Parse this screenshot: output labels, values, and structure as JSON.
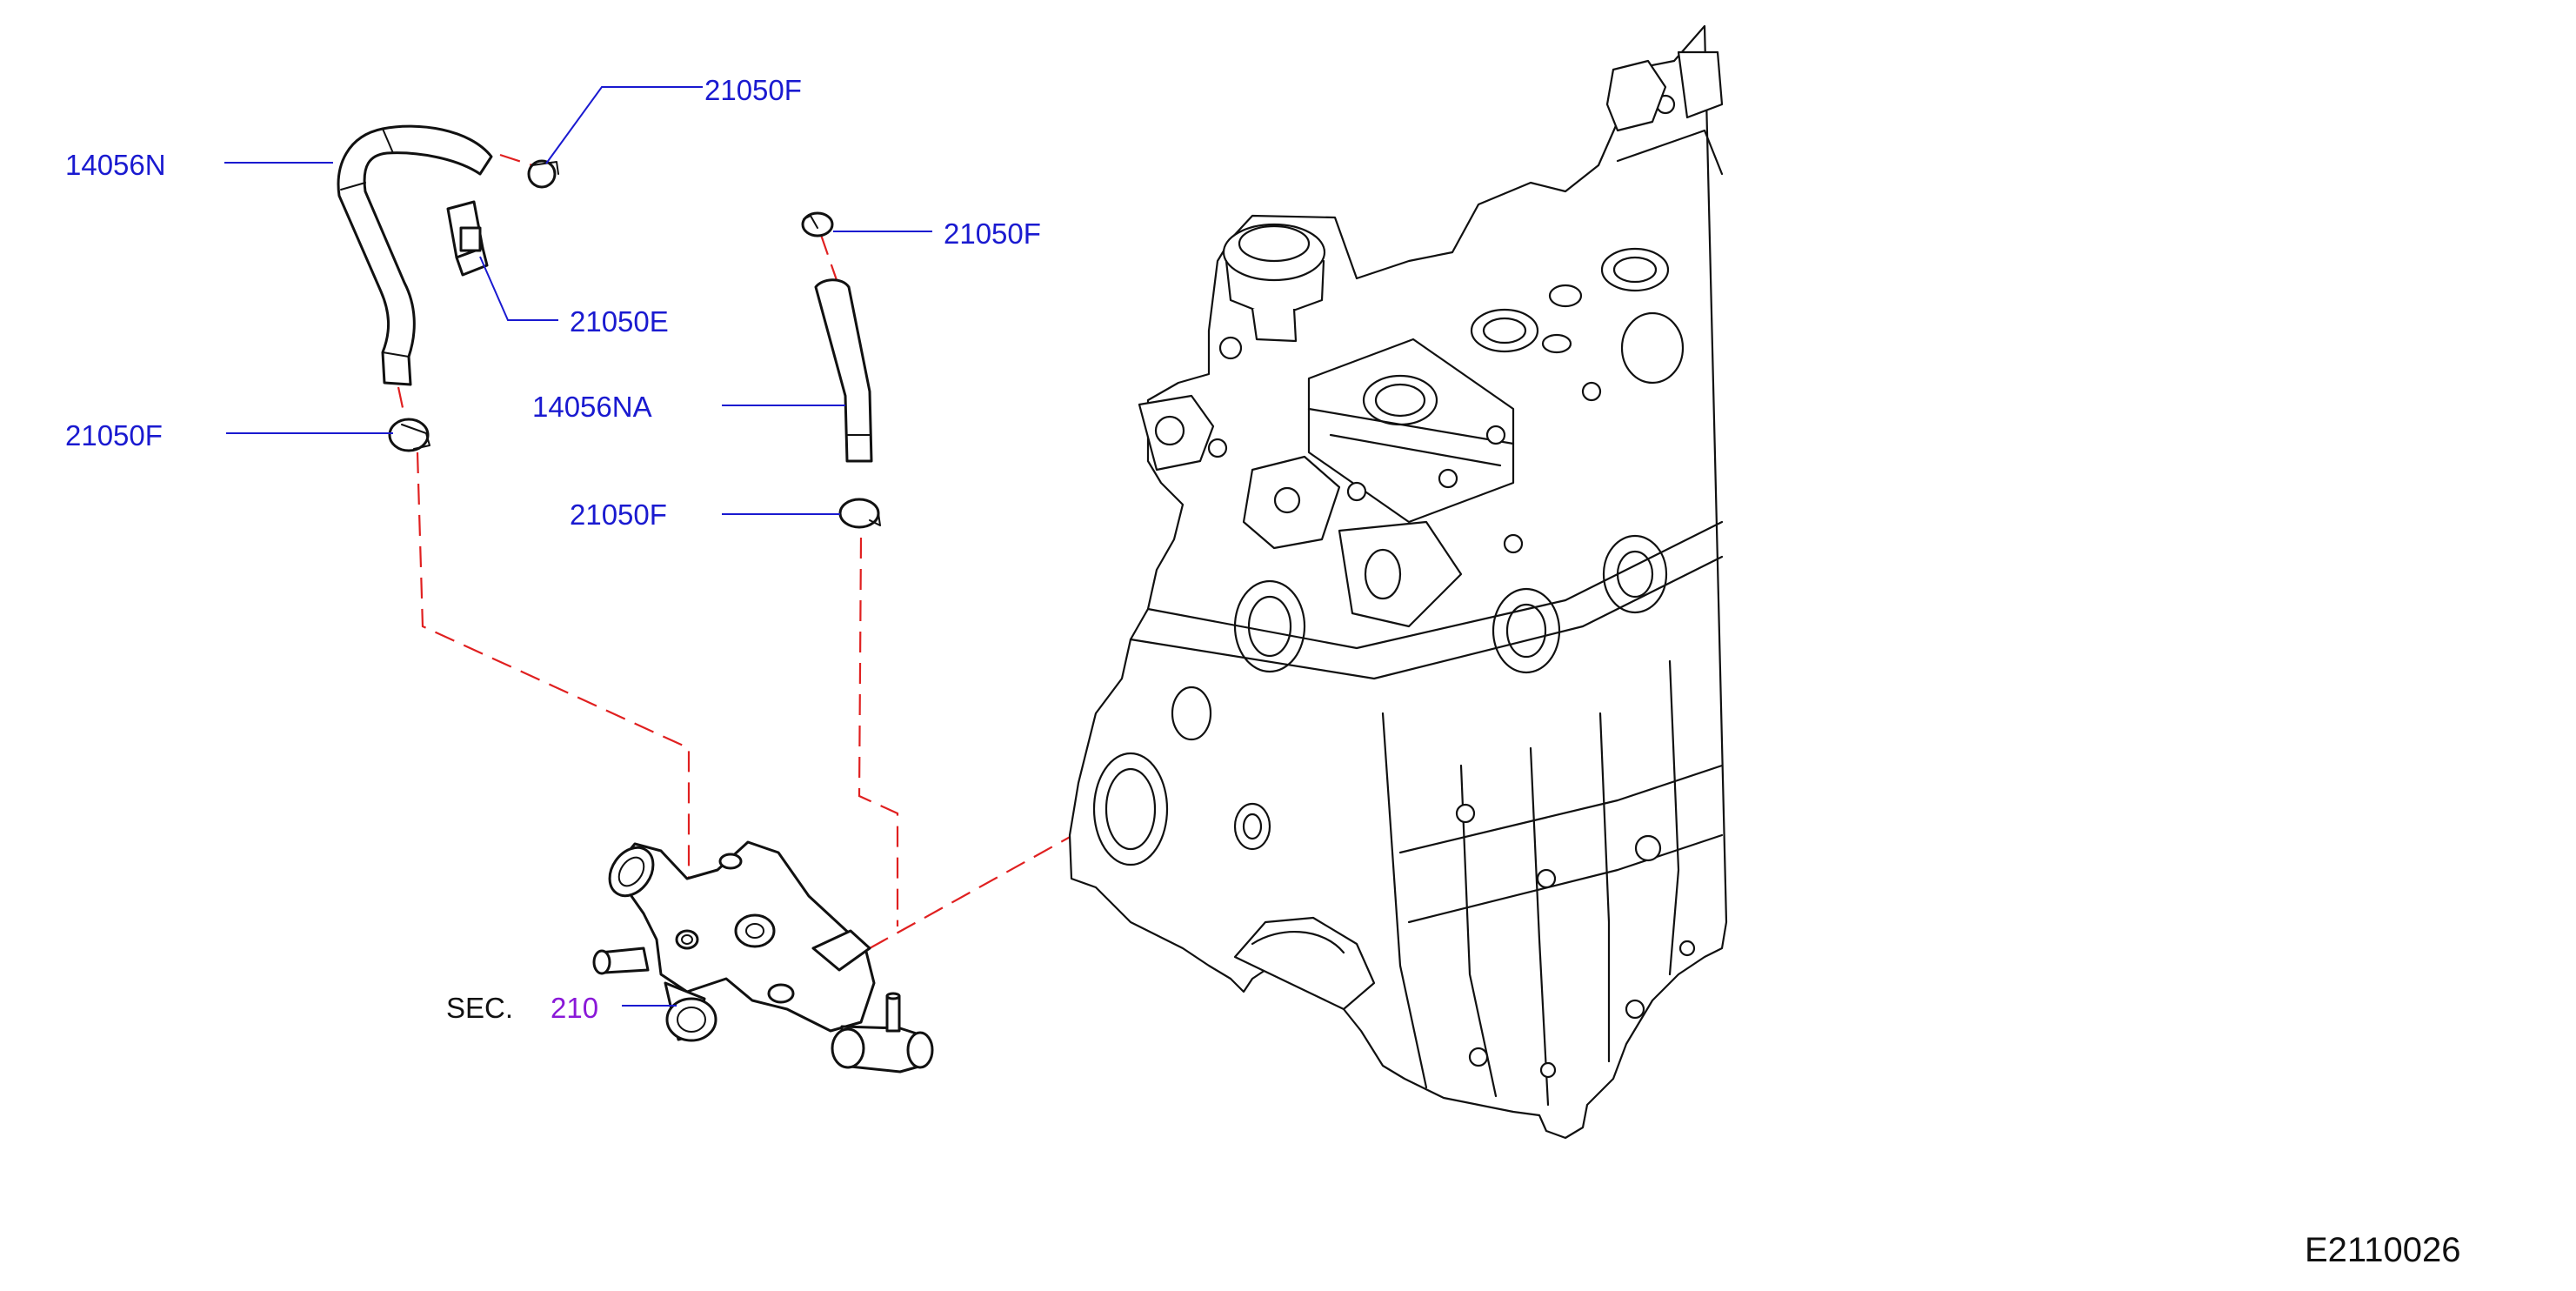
{
  "callouts": {
    "hose_upper": "14056N",
    "clamp_top": "21050F",
    "clip": "21050E",
    "clamp_left": "21050F",
    "clamp_right_top": "21050F",
    "hose_right": "14056NA",
    "clamp_right_bottom": "21050F",
    "sec_prefix": "SEC.",
    "sec_number": "210"
  },
  "figure_id": "E2110026",
  "colors": {
    "part_number": "#1a1ad0",
    "section_ref": "#8a18d8",
    "dashed_guide": "#e02020",
    "linework": "#111111"
  }
}
